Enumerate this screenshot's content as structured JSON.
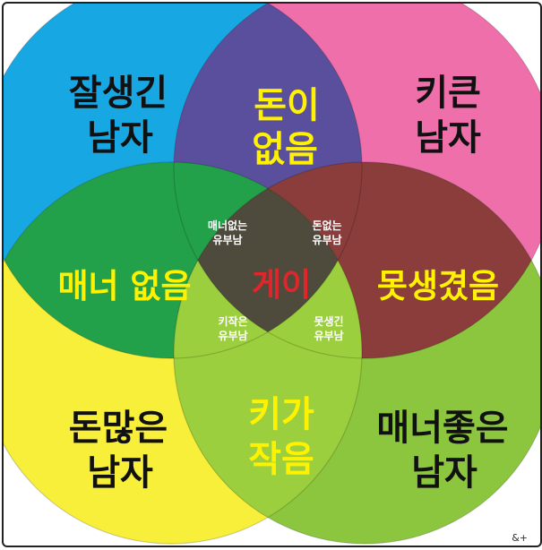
{
  "colors": {
    "circle_top_left": "#17a8e3",
    "circle_top_right": "#ee6fa9",
    "circle_bottom_left": "#f8ef3a",
    "circle_bottom_right": "#8cc63f",
    "overlap_top": "#5a4f9c",
    "overlap_left": "#23a14a",
    "overlap_right": "#8a3d3a",
    "overlap_bottom": "#9ccf3d",
    "center": "#4e4a3c",
    "text_black": "#111111",
    "text_yellow": "#fff200",
    "text_red": "#e0252b",
    "text_white": "#ffffff"
  },
  "regions": {
    "top_left": [
      "잘생긴",
      "남자"
    ],
    "top_right": [
      "키큰",
      "남자"
    ],
    "bottom_left": [
      "돈많은",
      "남자"
    ],
    "bottom_right": [
      "매너좋은",
      "남자"
    ],
    "top_overlap": [
      "돈이",
      "없음"
    ],
    "left_overlap": "매너 없음",
    "right_overlap": "못생겼음",
    "bottom_overlap": [
      "키가",
      "작음"
    ],
    "center": "게이",
    "small_top_left": [
      "매너없는",
      "유부남"
    ],
    "small_top_right": [
      "돈없는",
      "유부남"
    ],
    "small_bottom_left": [
      "키작은",
      "유부남"
    ],
    "small_bottom_right": [
      "못생긴",
      "유부남"
    ]
  },
  "watermark": "&+"
}
